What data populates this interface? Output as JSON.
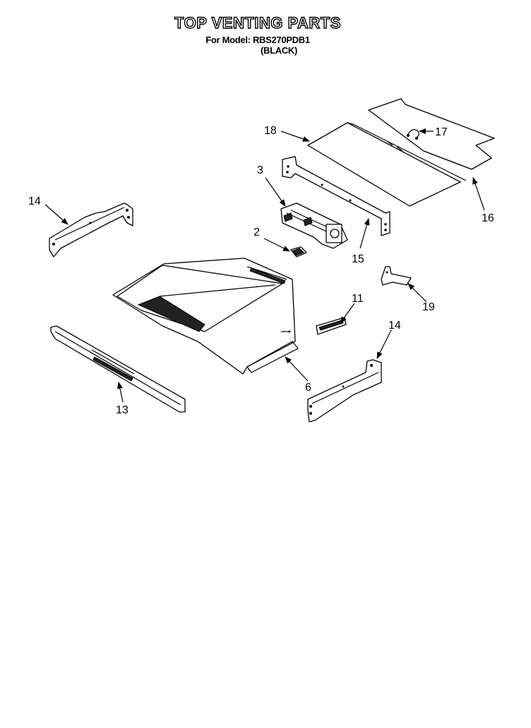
{
  "header": {
    "title": "TOP VENTING PARTS",
    "model_line": "For Model: RBS270PDB1",
    "color_line": "(BLACK)"
  },
  "callouts": {
    "c2": "2",
    "c3": "3",
    "c6": "6",
    "c11": "11",
    "c13": "13",
    "c14_left": "14",
    "c14_right": "14",
    "c15": "15",
    "c16": "16",
    "c17": "17",
    "c18": "18",
    "c19": "19"
  }
}
